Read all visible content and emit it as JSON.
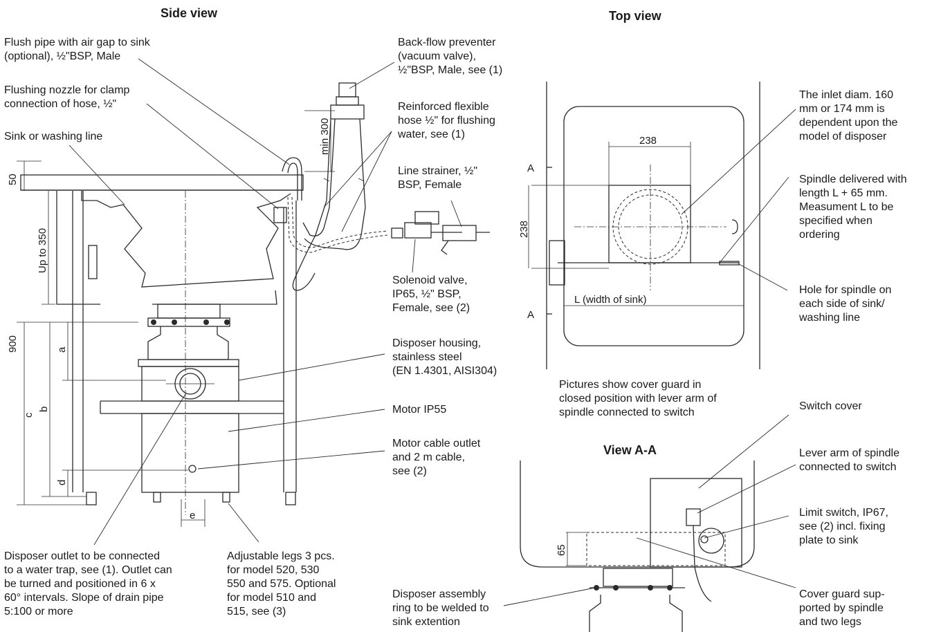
{
  "titles": {
    "side_view": "Side view",
    "top_view": "Top view",
    "view_aa": "View A-A"
  },
  "labels": {
    "flush_pipe": "Flush pipe with air gap to sink\n(optional), ½\"BSP, Male",
    "flushing_nozzle": "Flushing nozzle for clamp\nconnection of hose, ½\"",
    "sink": "Sink or washing line",
    "backflow": "Back-flow preventer\n(vacuum valve),\n½\"BSP, Male, see (1)",
    "hose": "Reinforced flexible\nhose ½\" for flushing\nwater, see (1)",
    "strainer": "Line strainer, ½\"\nBSP, Female",
    "solenoid": "Solenoid valve,\nIP65, ½\" BSP,\nFemale, see (2)",
    "housing": "Disposer housing,\nstainless steel\n(EN 1.4301, AISI304)",
    "motor": "Motor IP55",
    "cable": "Motor cable outlet\nand 2 m cable,\nsee (2)",
    "outlet": "Disposer outlet to be connected\nto a water trap, see (1). Outlet can\nbe turned and positioned in 6 x\n60° intervals. Slope of drain pipe\n5:100 or more",
    "legs": "Adjustable legs 3 pcs.\nfor model 520, 530\n550 and 575. Optional\nfor model 510 and\n515, see (3)",
    "inlet": "The inlet diam. 160\nmm or 174 mm is\ndependent upon the\nmodel of disposer",
    "spindle": "Spindle delivered with\nlength L + 65 mm.\nMeasument L to be\nspecified when\nordering",
    "hole": "Hole for spindle on\neach side of sink/\nwashing line",
    "pictures": "Pictures show cover guard in\nclosed position with lever arm of\nspindle connected to switch",
    "switch_cover": "Switch cover",
    "lever_arm": "Lever arm of spindle\nconnected to switch",
    "limit_switch": "Limit switch, IP67,\nsee (2) incl. fixing\nplate to sink",
    "assembly_ring": "Disposer assembly\nring to be welded to\nsink extention",
    "cover_guard": "Cover guard sup-\nported by spindle\nand two legs"
  },
  "dims": {
    "d50": "50",
    "up350": "Up to 350",
    "min300": "min 300",
    "d900": "900",
    "a": "a",
    "b": "b",
    "c": "c",
    "d": "d",
    "e": "e",
    "w238": "238",
    "h238": "238",
    "L": "L (width of sink)",
    "A_top": "A",
    "A_bottom": "A",
    "d65": "65"
  }
}
